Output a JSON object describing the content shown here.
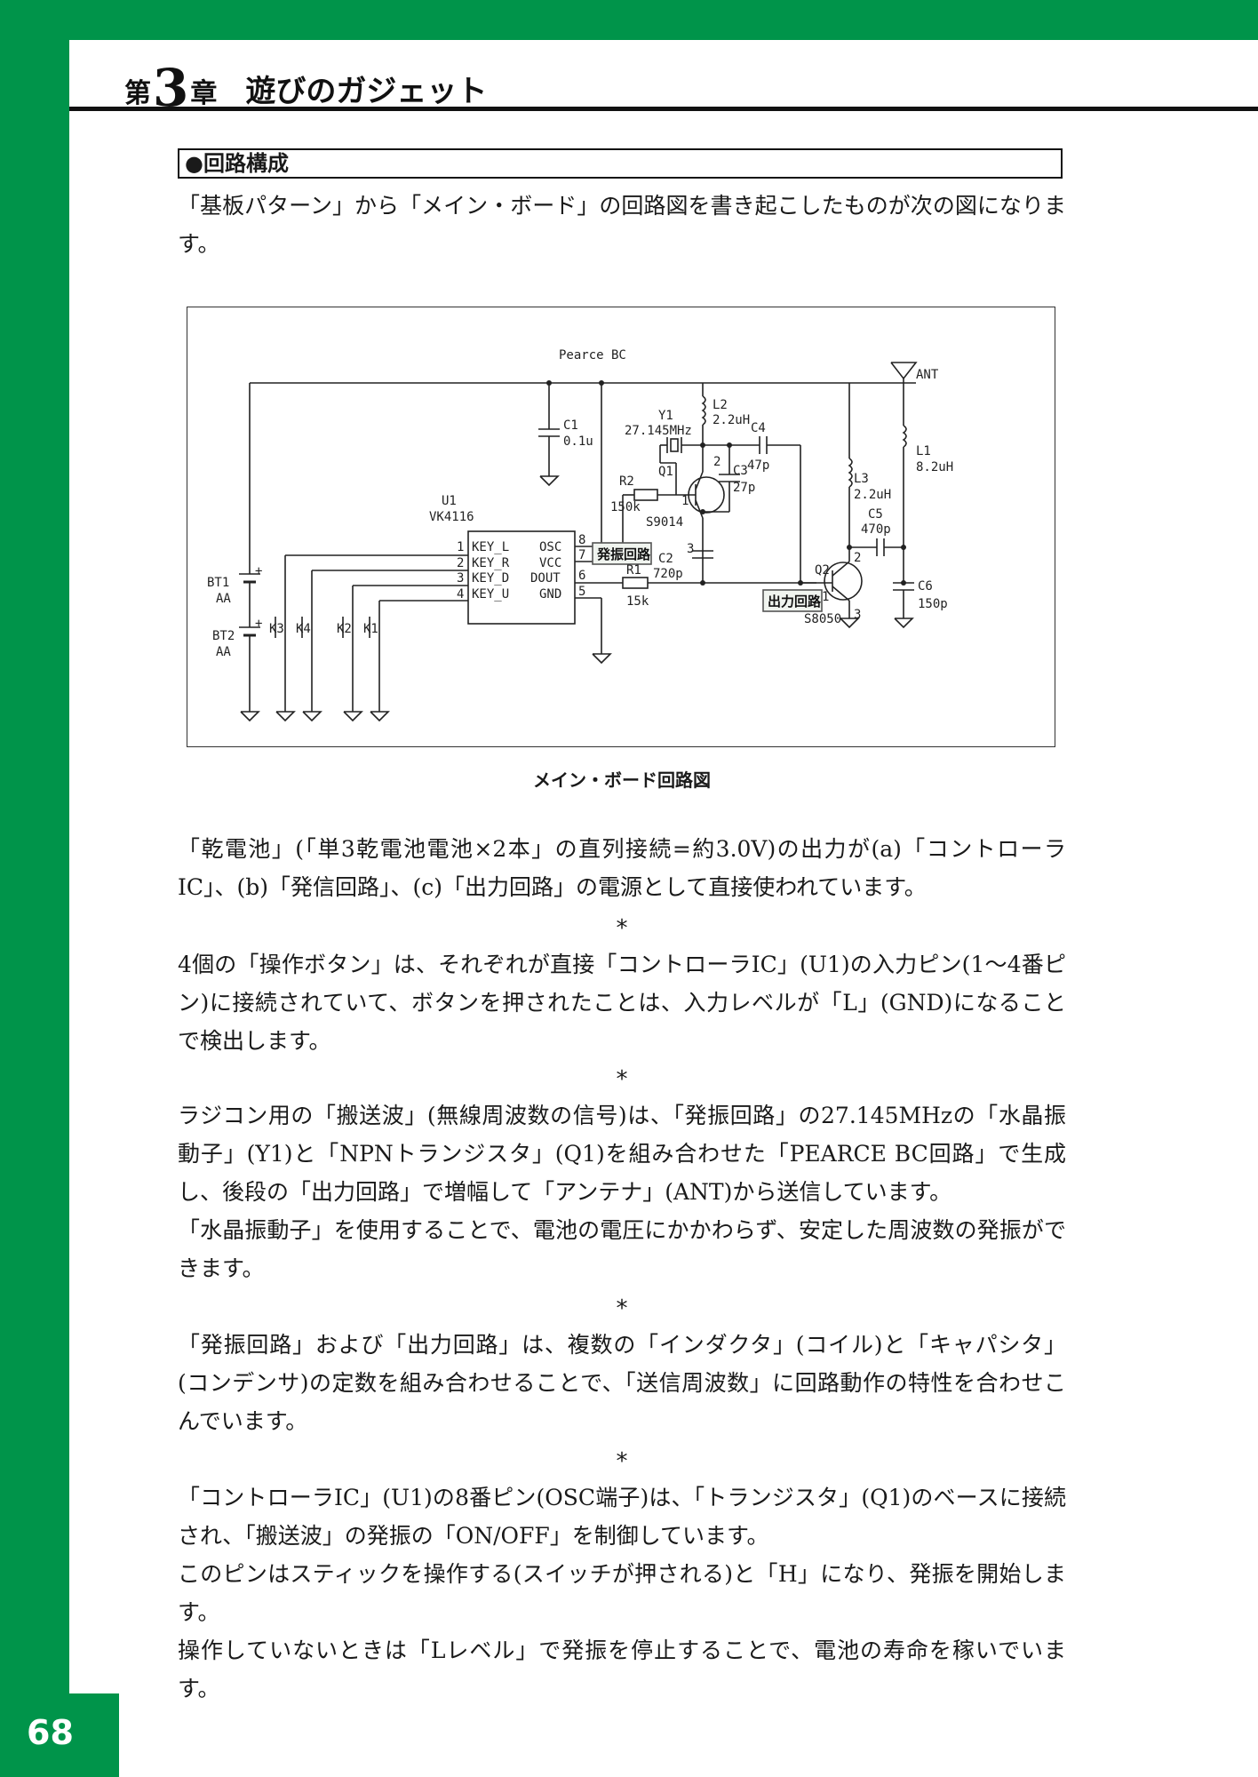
{
  "header": {
    "chapter_prefix": "第",
    "chapter_number": "3",
    "chapter_suffix": "章",
    "chapter_title": "遊びのガジェット"
  },
  "section_heading": "●回路構成",
  "paragraphs": {
    "intro": "「基板パターン」から「メイン・ボード」の回路図を書き起こしたものが次の図になります。",
    "p1": "「乾電池」(「単3乾電池電池×2本」の直列接続=約3.0V)の出力が(a)「コントローラIC」、(b)「発信回路」、(c)「出力回路」の電源として直接使われています。",
    "p2": "4個の「操作ボタン」は、それぞれが直接「コントローラIC」(U1)の入力ピン(1〜4番ピン)に接続されていて、ボタンを押されたことは、入力レベルが「L」(GND)になることで検出します。",
    "p3": "ラジコン用の「搬送波」(無線周波数の信号)は、「発振回路」の27.145MHzの「水晶振動子」(Y1)と「NPNトランジスタ」(Q1)を組み合わせた「PEARCE BC回路」で生成し、後段の「出力回路」で増幅して「アンテナ」(ANT)から送信しています。",
    "p4": "「水晶振動子」を使用することで、電池の電圧にかかわらず、安定した周波数の発振ができます。",
    "p5": "「発振回路」および「出力回路」は、複数の「インダクタ」(コイル)と「キャパシタ」(コンデンサ)の定数を組み合わせることで、「送信周波数」に回路動作の特性を合わせこんでいます。",
    "p6": "「コントローラIC」(U1)の8番ピン(OSC端子)は、「トランジスタ」(Q1)のベースに接続され、「搬送波」の発振の「ON/OFF」を制御しています。",
    "p7": "このピンはスティックを操作する(スイッチが押される)と「H」になり、発振を開始します。",
    "p8": "操作していないときは「Lレベル」で発振を停止することで、電池の寿命を稼いでいます。"
  },
  "separator": "*",
  "figure": {
    "caption": "メイン・ボード回路図",
    "title": "Pearce BC",
    "u1_name": "U1",
    "u1_part": "VK4116",
    "u1_pins_left": [
      "KEY_L",
      "KEY_R",
      "KEY_D",
      "KEY_U"
    ],
    "u1_pins_left_num": [
      "1",
      "2",
      "3",
      "4"
    ],
    "u1_pins_right": [
      "OSC",
      "VCC",
      "DOUT",
      "GND"
    ],
    "u1_pins_right_num": [
      "8",
      "7",
      "6",
      "5"
    ],
    "bt1": "BT1",
    "bt1_type": "AA",
    "bt2": "BT2",
    "bt2_type": "AA",
    "plus": "+",
    "keys": [
      "K3",
      "K4",
      "K2",
      "K1"
    ],
    "c1": "C1",
    "c1_val": "0.1u",
    "y1": "Y1",
    "y1_val": "27.145MHz",
    "l2": "L2",
    "l2_val": "2.2uH",
    "c4": "C4",
    "c4_val": "47p",
    "r2": "R2",
    "r2_val": "150k",
    "q1": "Q1",
    "q1_part": "S9014",
    "c3": "C3",
    "c3_val": "27p",
    "c2": "C2",
    "c2_val": "720p",
    "r1": "R1",
    "r1_val": "15k",
    "l3": "L3",
    "l3_val": "2.2uH",
    "c5": "C5",
    "c5_val": "470p",
    "q2": "Q2",
    "q2_part": "S8050",
    "l1": "L1",
    "l1_val": "8.2uH",
    "c6": "C6",
    "c6_val": "150p",
    "ant": "ANT",
    "pin1": "1",
    "pin2": "2",
    "pin3": "3",
    "label_osc": "発振回路",
    "label_out": "出力回路"
  },
  "page_number": "68"
}
